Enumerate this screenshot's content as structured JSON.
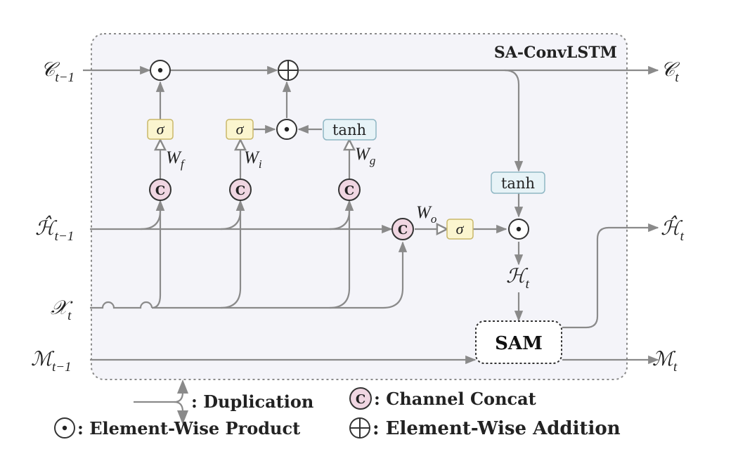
{
  "title": "SA-ConvLSTM",
  "inputs": {
    "c_prev": {
      "base": "𝒞",
      "sub": "t−1"
    },
    "h_prev": {
      "base": "ℋ̂",
      "sub": "t−1"
    },
    "x_t": {
      "base": "𝒳",
      "sub": "t"
    },
    "m_prev": {
      "base": "ℳ",
      "sub": "t−1"
    }
  },
  "outputs": {
    "c_t": {
      "base": "𝒞",
      "sub": "t"
    },
    "h_hat_t": {
      "base": "ℋ̂",
      "sub": "t"
    },
    "m_t": {
      "base": "ℳ",
      "sub": "t"
    }
  },
  "internal": {
    "h_t": {
      "base": "ℋ",
      "sub": "t"
    }
  },
  "gates": {
    "sigma": "σ",
    "tanh": "tanh",
    "weights": [
      {
        "base": "W",
        "sub": "f"
      },
      {
        "base": "W",
        "sub": "i"
      },
      {
        "base": "W",
        "sub": "g"
      },
      {
        "base": "W",
        "sub": "o"
      }
    ]
  },
  "symbols": {
    "concat": "C",
    "product": "⊙",
    "addition": "⊕"
  },
  "sam_label": "SAM",
  "legend": {
    "duplication": ": Duplication",
    "concat": ": Channel Concat",
    "product": ": Element-Wise Product",
    "addition": ": Element-Wise Addition"
  },
  "colors": {
    "panel_fill": "#f4f4f9",
    "panel_border": "#8a8a8a",
    "wire": "#8a8a8a",
    "sigma_fill": "#fbf5cf",
    "sigma_stroke": "#c9b86a",
    "tanh_fill": "#e7f3f7",
    "tanh_stroke": "#8fb7c4",
    "concat_fill": "#f0d6e2",
    "node_stroke": "#333333"
  }
}
